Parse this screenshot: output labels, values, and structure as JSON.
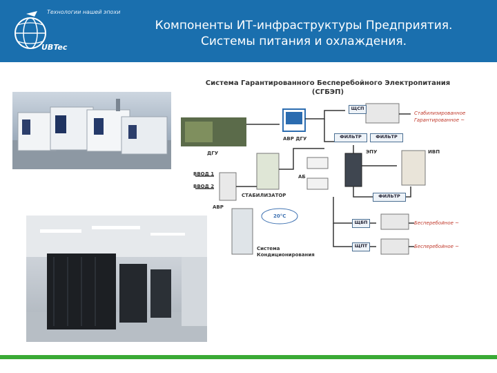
{
  "header": {
    "logo_tagline": "Технологии нашей эпохи",
    "logo_name": "UBTec",
    "title_line1": "Компоненты ИТ-инфраструктуры Предприятия.",
    "title_line2": "Системы питания и охлаждения."
  },
  "diagram": {
    "title_line1": "Система Гарантированного Бесперебойного Электропитания",
    "title_line2": "(СГБЭП)",
    "labels": {
      "dgu": "ДГУ",
      "avr_dgu": "АВР ДГУ",
      "shchsp": "ЩСП",
      "filter1": "ФИЛЬТР",
      "filter2": "ФИЛЬТР",
      "filter3": "ФИЛЬТР",
      "stabilized_line1": "Стабилизированное",
      "stabilized_line2": "Гарантированное ~",
      "epu": "ЭПУ",
      "ivp": "ИВП",
      "vvod1": "ВВОД 1",
      "vvod2": "ВВОД 2",
      "ab": "АБ",
      "stabilizer": "СТАБИЛИЗАТОР",
      "avr": "АВР",
      "temp": "20°C",
      "cond_line1": "Система",
      "cond_line2": "Кондиционирования",
      "shchbp": "ЩБП",
      "shchpt": "ЩПТ",
      "ups1": "Бесперебойное ~",
      "ups2": "Бесперебойное ~"
    }
  },
  "colors": {
    "header_bg": "#1a6fae",
    "footer_line": "#3aaa35",
    "diagram_line": "#333333",
    "label_red": "#c0392b"
  }
}
